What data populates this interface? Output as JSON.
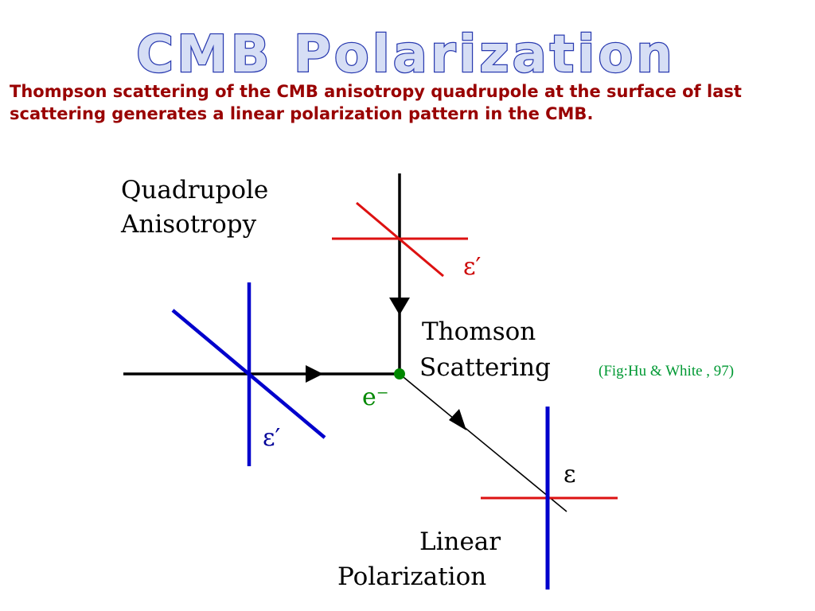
{
  "slide": {
    "title": "CMB Polarization",
    "intro": "Thompson scattering  of  the CMB anisotropy quadrupole  at the surface of last scattering generates a linear polarization pattern in the CMB."
  },
  "diagram": {
    "labels": {
      "quadrupole_line1": "Quadrupole",
      "quadrupole_line2": "Anisotropy",
      "thomson_line1": "Thomson",
      "thomson_line2": "Scattering",
      "linear_line1": "Linear",
      "polarization_line2": "Polarization",
      "electron": "e⁻",
      "epsilon_prime_top": "ε′",
      "epsilon_prime_left": "ε′",
      "epsilon_out": "ε",
      "credit": "(Fig:Hu  & White , 97)"
    },
    "colors": {
      "title_fill": "#d6def5",
      "title_outline": "#2a3bb0",
      "intro_text": "#990000",
      "ray": "#000000",
      "red_polarization": "#dd1111",
      "blue_polarization": "#0000cc",
      "electron": "#008800",
      "credit_text": "#009933",
      "epsilon_red": "#cc0000",
      "epsilon_blue": "#000099"
    }
  }
}
